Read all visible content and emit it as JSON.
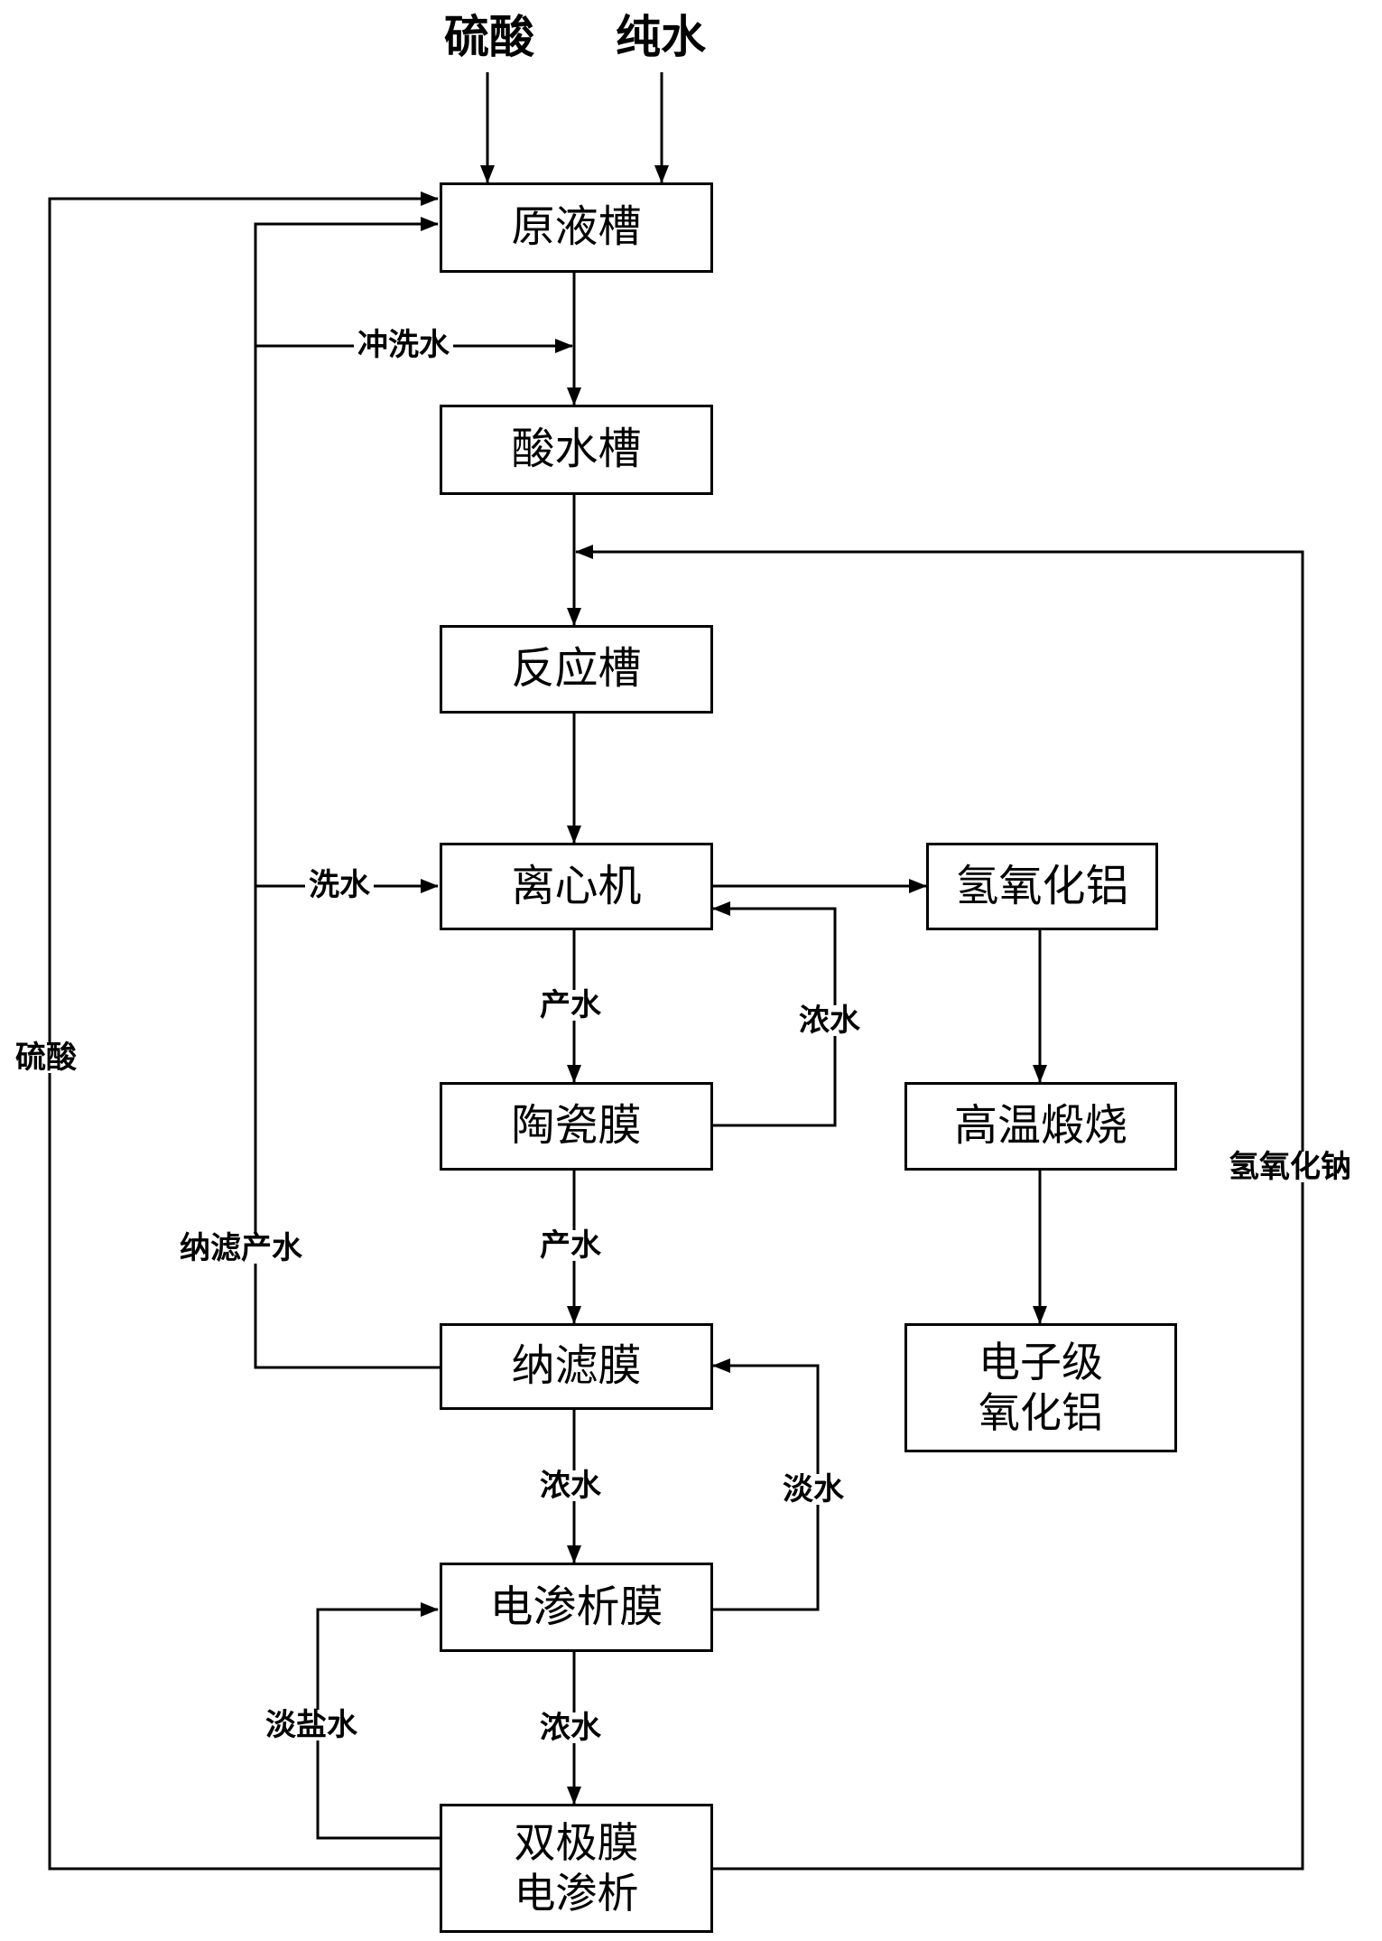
{
  "inputs": {
    "sulfuric_acid": "硫酸",
    "pure_water": "纯水"
  },
  "boxes": {
    "raw_tank": "原液槽",
    "acid_tank": "酸水槽",
    "reaction_tank": "反应槽",
    "centrifuge": "离心机",
    "aluminum_hydroxide": "氢氧化铝",
    "ceramic_membrane": "陶瓷膜",
    "calcination": "高温煅烧",
    "nanofiltration": "纳滤膜",
    "electronic_alumina": [
      "电子级",
      "氧化铝"
    ],
    "electrodialysis": "电渗析膜",
    "bipolar_ed": [
      "双极膜",
      "电渗析"
    ]
  },
  "labels": {
    "flush_water": "冲洗水",
    "wash_water": "洗水",
    "product_water_1": "产水",
    "concentrate_1": "浓水",
    "product_water_2": "产水",
    "nf_product_water": "纳滤产水",
    "sulfuric_acid_return": "硫酸",
    "sodium_hydroxide": "氢氧化钠",
    "concentrate_2": "浓水",
    "fresh_water": "淡水",
    "concentrate_3": "浓水",
    "dilute_salt_water": "淡盐水"
  }
}
